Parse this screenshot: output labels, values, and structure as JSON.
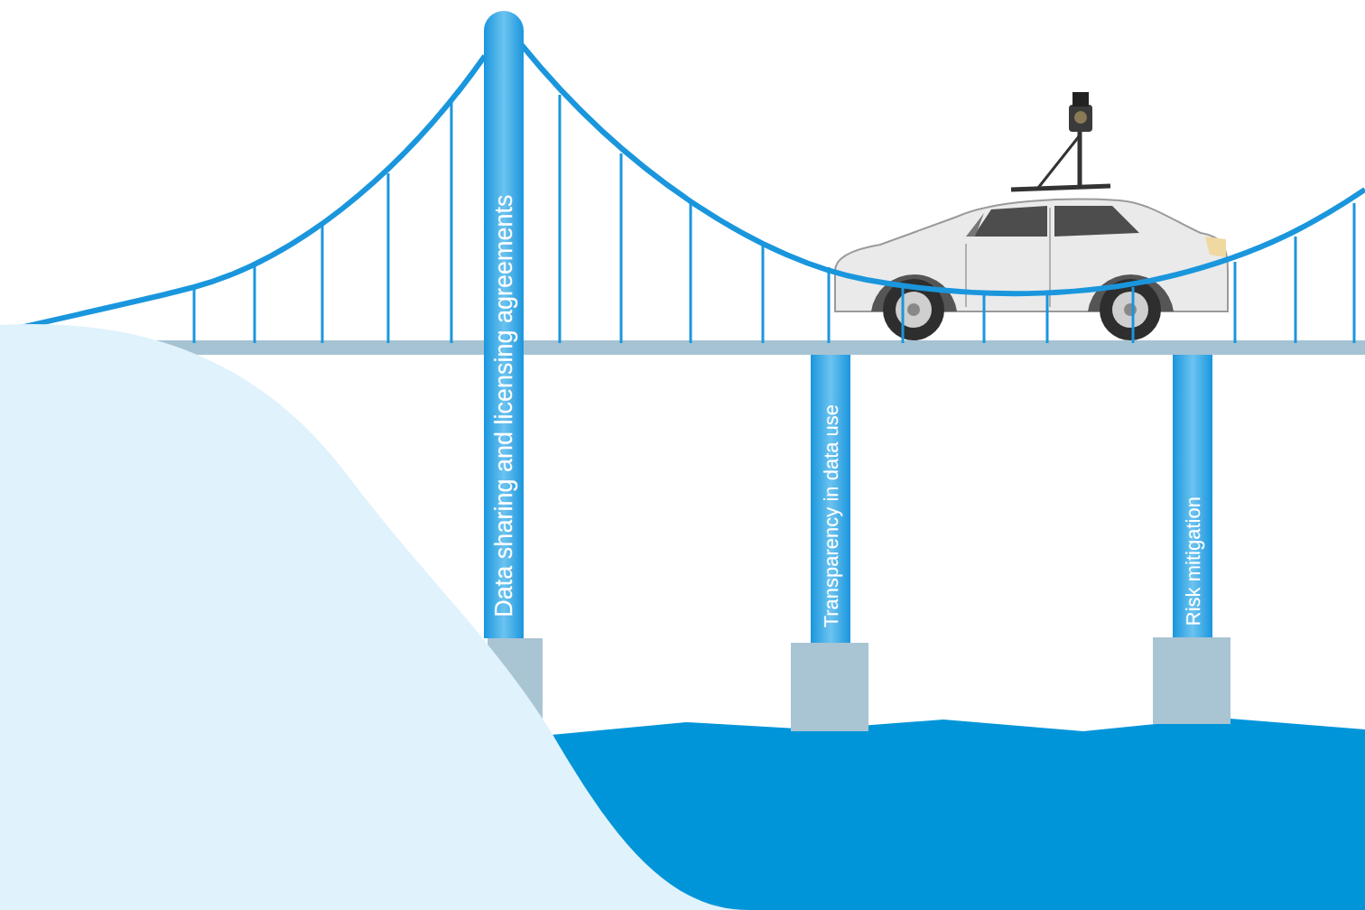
{
  "diagram": {
    "nodes": [
      {
        "text": [
          "Data sharing and licensing agreements"
        ]
      },
      {
        "text": [
          "Transparency in data use"
        ]
      },
      {
        "text": [
          "Risk mitigation"
        ]
      }
    ]
  }
}
